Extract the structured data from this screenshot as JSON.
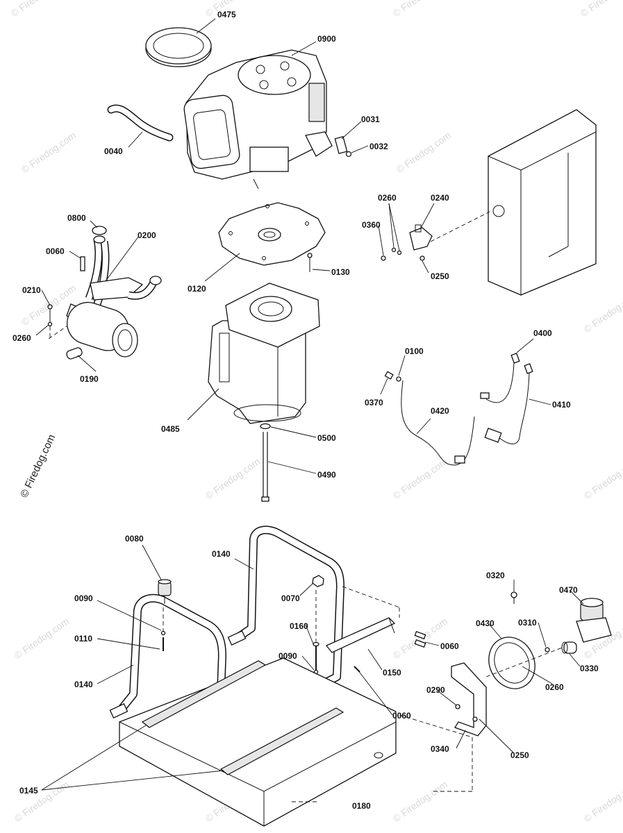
{
  "watermark": {
    "text": "© Firedog.com",
    "color": "#d9d9d9"
  },
  "labels": {
    "p0475": "0475",
    "p0900": "0900",
    "p0040": "0040",
    "p0031": "0031",
    "p0032": "0032",
    "p0800": "0800",
    "p0200": "0200",
    "p0060a": "0060",
    "p0210": "0210",
    "p0260a": "0260",
    "p0190": "0190",
    "p0120": "0120",
    "p0130": "0130",
    "p0260b": "0260",
    "p0240": "0240",
    "p0360": "0360",
    "p0250a": "0250",
    "p0485": "0485",
    "p0500": "0500",
    "p0490": "0490",
    "p0100": "0100",
    "p0400": "0400",
    "p0370": "0370",
    "p0420": "0420",
    "p0410": "0410",
    "p0080": "0080",
    "p0140a": "0140",
    "p0090a": "0090",
    "p0070": "0070",
    "p0110": "0110",
    "p0160": "0160",
    "p0060b": "0060",
    "p0090b": "0090",
    "p0150": "0150",
    "p0140b": "0140",
    "p0060c": "0060",
    "p0320": "0320",
    "p0470": "0470",
    "p0430": "0430",
    "p0310": "0310",
    "p0330": "0330",
    "p0260c": "0260",
    "p0290": "0290",
    "p0340": "0340",
    "p0250b": "0250",
    "p0145": "0145",
    "p0180": "0180"
  }
}
